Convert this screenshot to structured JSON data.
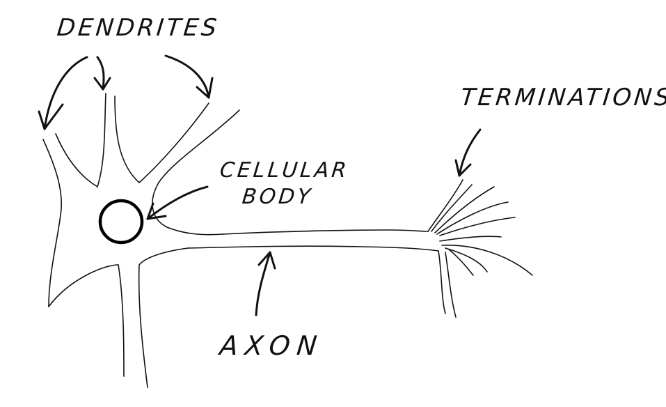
{
  "labels": {
    "dendrites": "DENDRITES",
    "terminations": "TERMINATIONS",
    "cellular_line1": "CELLULAR",
    "cellular_line2": "BODY",
    "axon": "AXON"
  },
  "colors": {
    "ink": "#111111",
    "background": "#ffffff"
  }
}
